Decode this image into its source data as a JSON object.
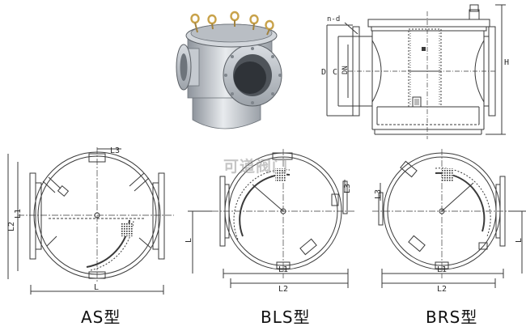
{
  "colors": {
    "line": "#3a3a3a",
    "metal_light": "#e3e6ea",
    "metal_dark": "#8e949c",
    "brass": "#c8a24a",
    "screen": "#555555",
    "watermark": "#9a9a9a"
  },
  "side_section_labels": {
    "n_d": "n-d",
    "D": "D",
    "C": "C",
    "DN": "DN",
    "H": "H"
  },
  "as_type": {
    "caption": "AS型",
    "dims": {
      "L3": "L3",
      "L1": "L1",
      "L2": "L2",
      "L": "L"
    }
  },
  "bls_type": {
    "caption": "BLS型",
    "dims": {
      "L3": "L3",
      "L": "L",
      "L1": "L1",
      "L2": "L2"
    }
  },
  "brs_type": {
    "caption": "BRS型",
    "dims": {
      "L3": "L3",
      "L": "L",
      "L1": "L1",
      "L2": "L2"
    }
  },
  "watermark_text": "可道阀门"
}
